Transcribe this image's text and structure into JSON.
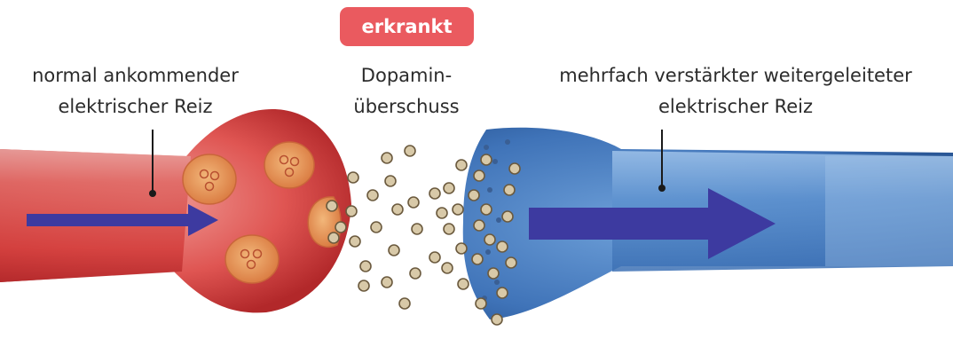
{
  "badge": {
    "text": "erkrankt",
    "color": "#ea5a5f"
  },
  "labels": {
    "left": {
      "line1": "normal ankommender",
      "line2": "elektrischer Reiz"
    },
    "middle": {
      "line1": "Dopamin-",
      "line2": "überschuss"
    },
    "right": {
      "line1": "mehrfach verstärkter weitergeleiteter",
      "line2": "elektrischer Reiz"
    }
  },
  "colors": {
    "presynaptic": "#d94a4a",
    "postsynaptic": "#4f86c6",
    "signal_arrow": "#3d3aa0",
    "vesicle": "#e89a55",
    "dopamine": "#d8c9a8"
  },
  "icons": {
    "presynaptic_terminal": "presynaptic-neuron",
    "postsynaptic_terminal": "postsynaptic-neuron",
    "input_arrow": "arrow-right",
    "output_arrow": "arrow-right"
  }
}
